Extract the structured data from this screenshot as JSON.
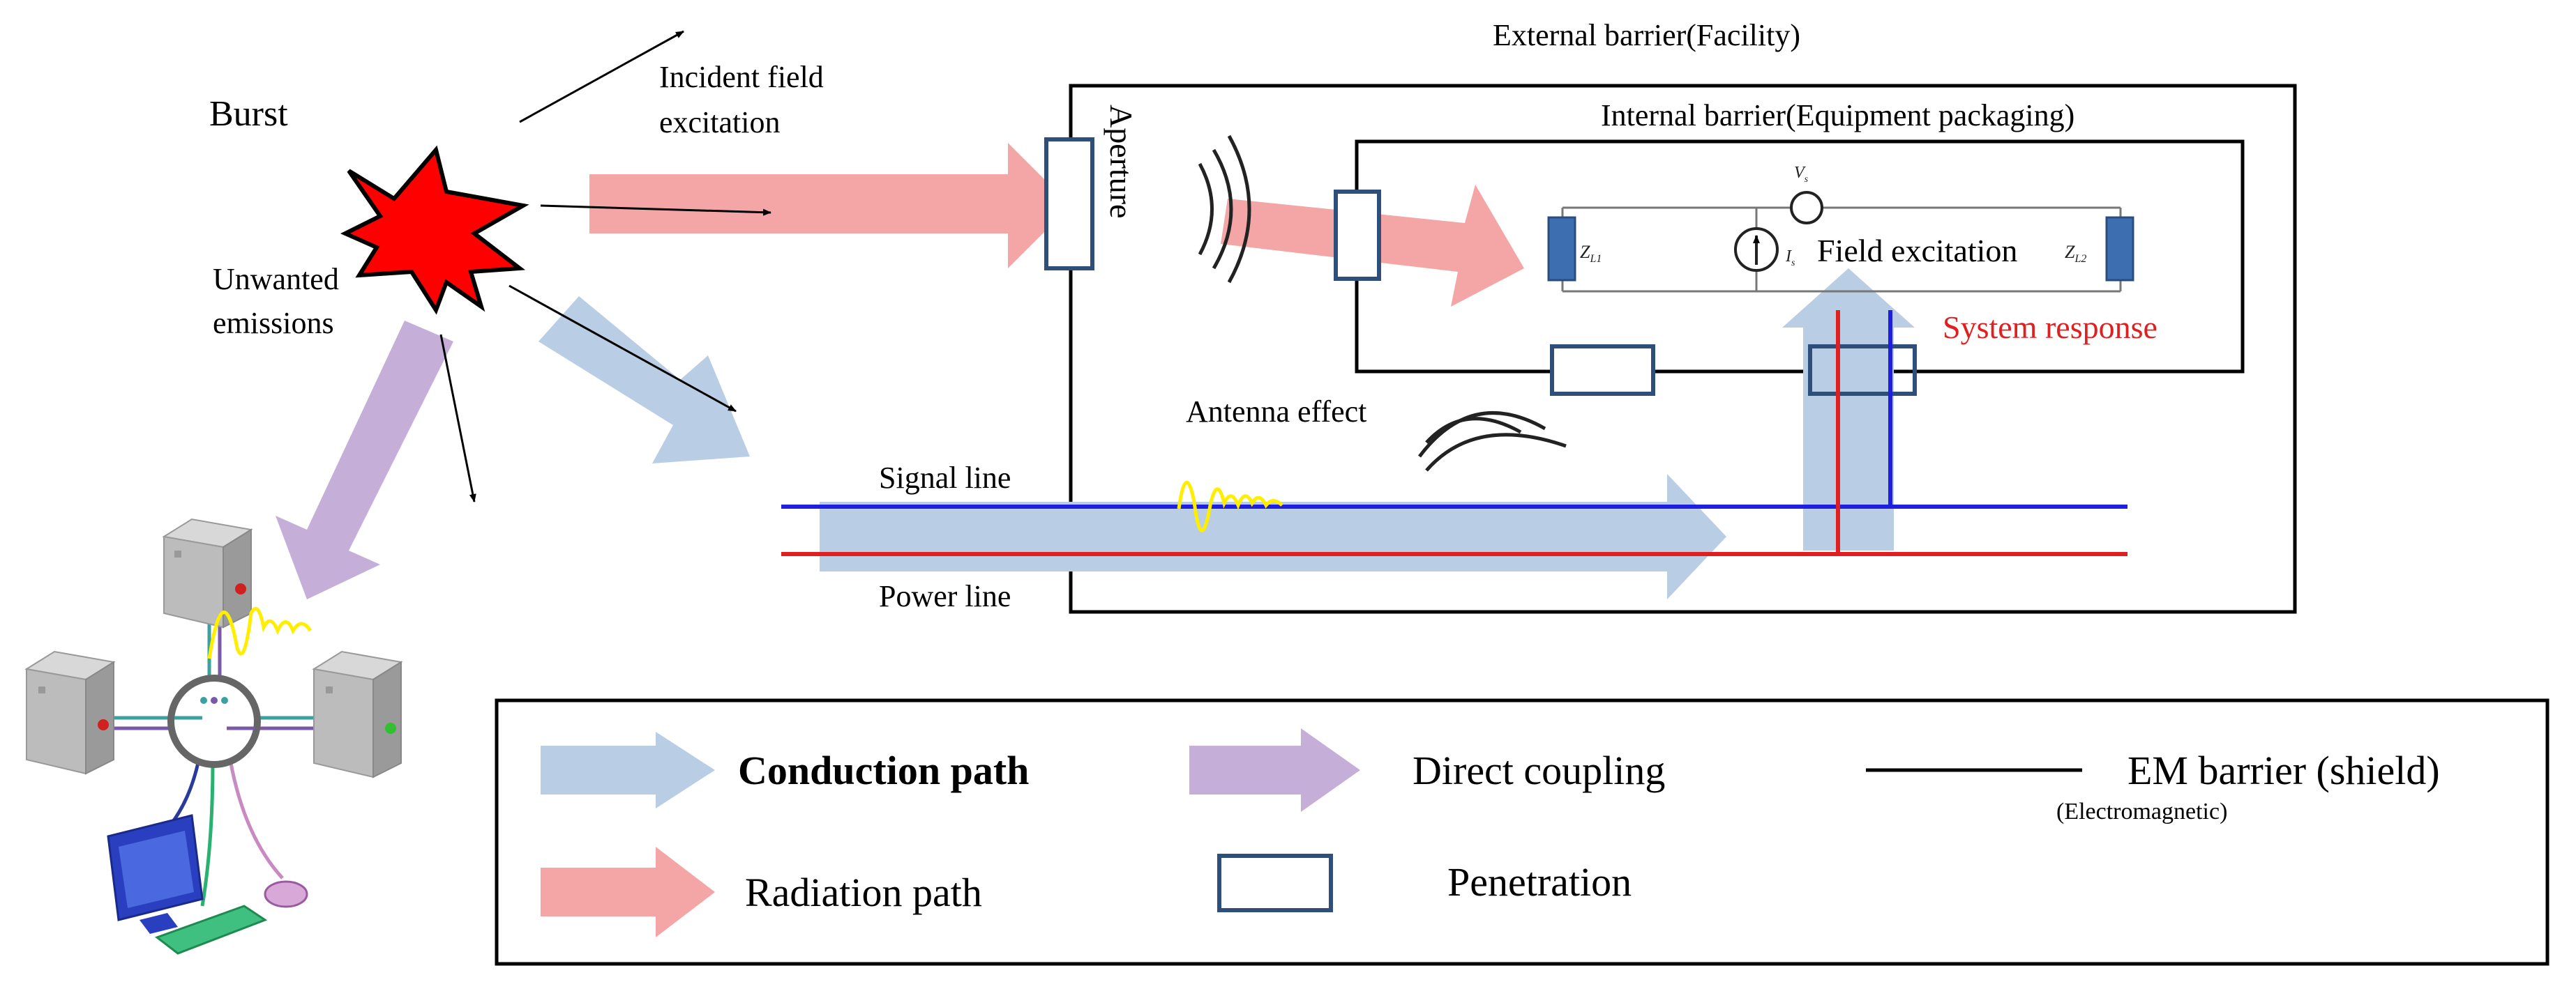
{
  "labels": {
    "burst": "Burst",
    "incident_field": [
      "Incident field",
      "excitation"
    ],
    "unwanted": [
      "Unwanted",
      "emissions"
    ],
    "external_barrier": "External barrier(Facility)",
    "internal_barrier": "Internal barrier(Equipment packaging)",
    "aperture": "Aperture",
    "field_excitation": "Field excitation",
    "system_response": "System response",
    "antenna_effect": "Antenna effect",
    "signal_line": "Signal line",
    "power_line": "Power line",
    "zl1": "Z",
    "zl1_sub": "L1",
    "zl2": "Z",
    "zl2_sub": "L2",
    "vs": "V",
    "vs_sub": "s",
    "is": "I",
    "is_sub": "s"
  },
  "legend": {
    "conduction": "Conduction path",
    "direct": "Direct coupling",
    "em_barrier": "EM barrier (shield)",
    "em_barrier_sub": "(Electromagnetic)",
    "radiation": "Radiation path",
    "penetration": "Penetration"
  },
  "colors": {
    "radiation": "#f4a6a6",
    "conduction": "#b9cde4",
    "direct": "#c5afd8",
    "signal_line": "#1f1fe0",
    "power_line": "#e02020",
    "penetration": "#2e4f7a",
    "burst": "#ff0000",
    "system_response": "#e02020"
  }
}
